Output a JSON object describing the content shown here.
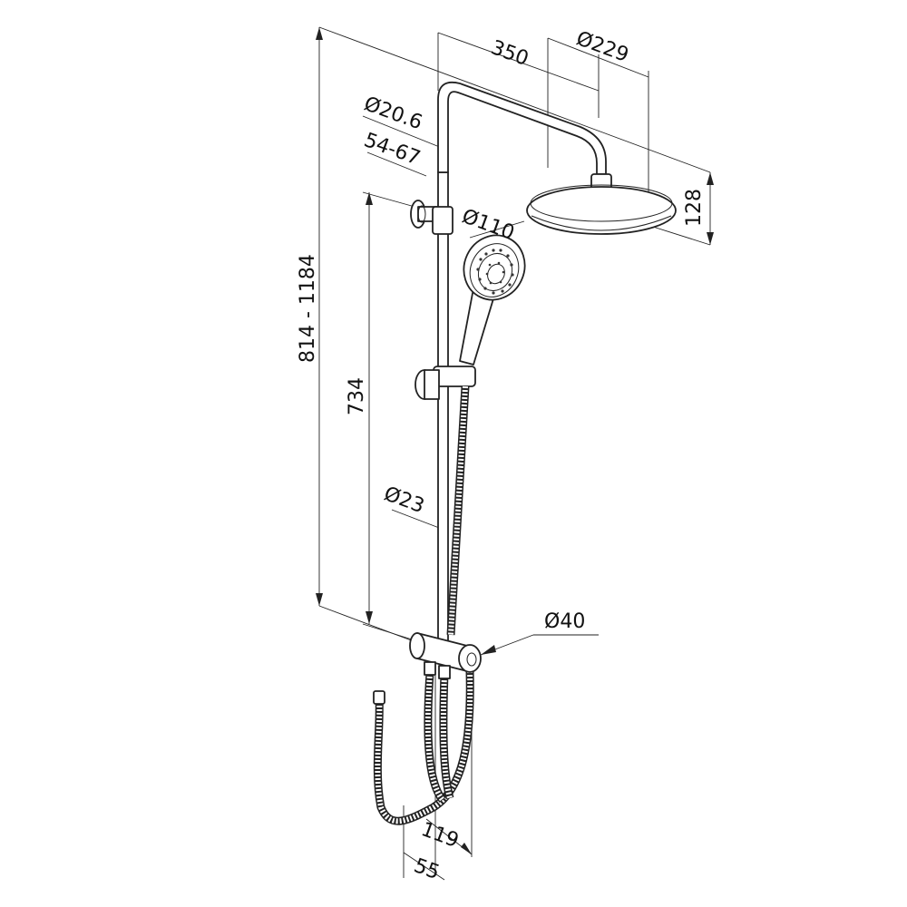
{
  "diagram": {
    "dimensions": {
      "head_projection": "350",
      "head_diameter": "Ø229",
      "head_height": "128",
      "pipe_diameter": "Ø20.6",
      "bracket_range": "54-67",
      "hand_shower_diameter": "Ø110",
      "total_height": "814 - 1184",
      "rail_height": "734",
      "rail_diameter": "Ø23",
      "diverter_diameter": "Ø40",
      "wall_offset_outer": "119",
      "wall_offset_inner": "55"
    },
    "icons": {
      "shower_head": "overhead-shower-icon",
      "hand_shower": "hand-shower-icon",
      "hose": "flexible-hose-icon"
    },
    "colors": {
      "line": "#222222",
      "background": "#ffffff"
    }
  }
}
